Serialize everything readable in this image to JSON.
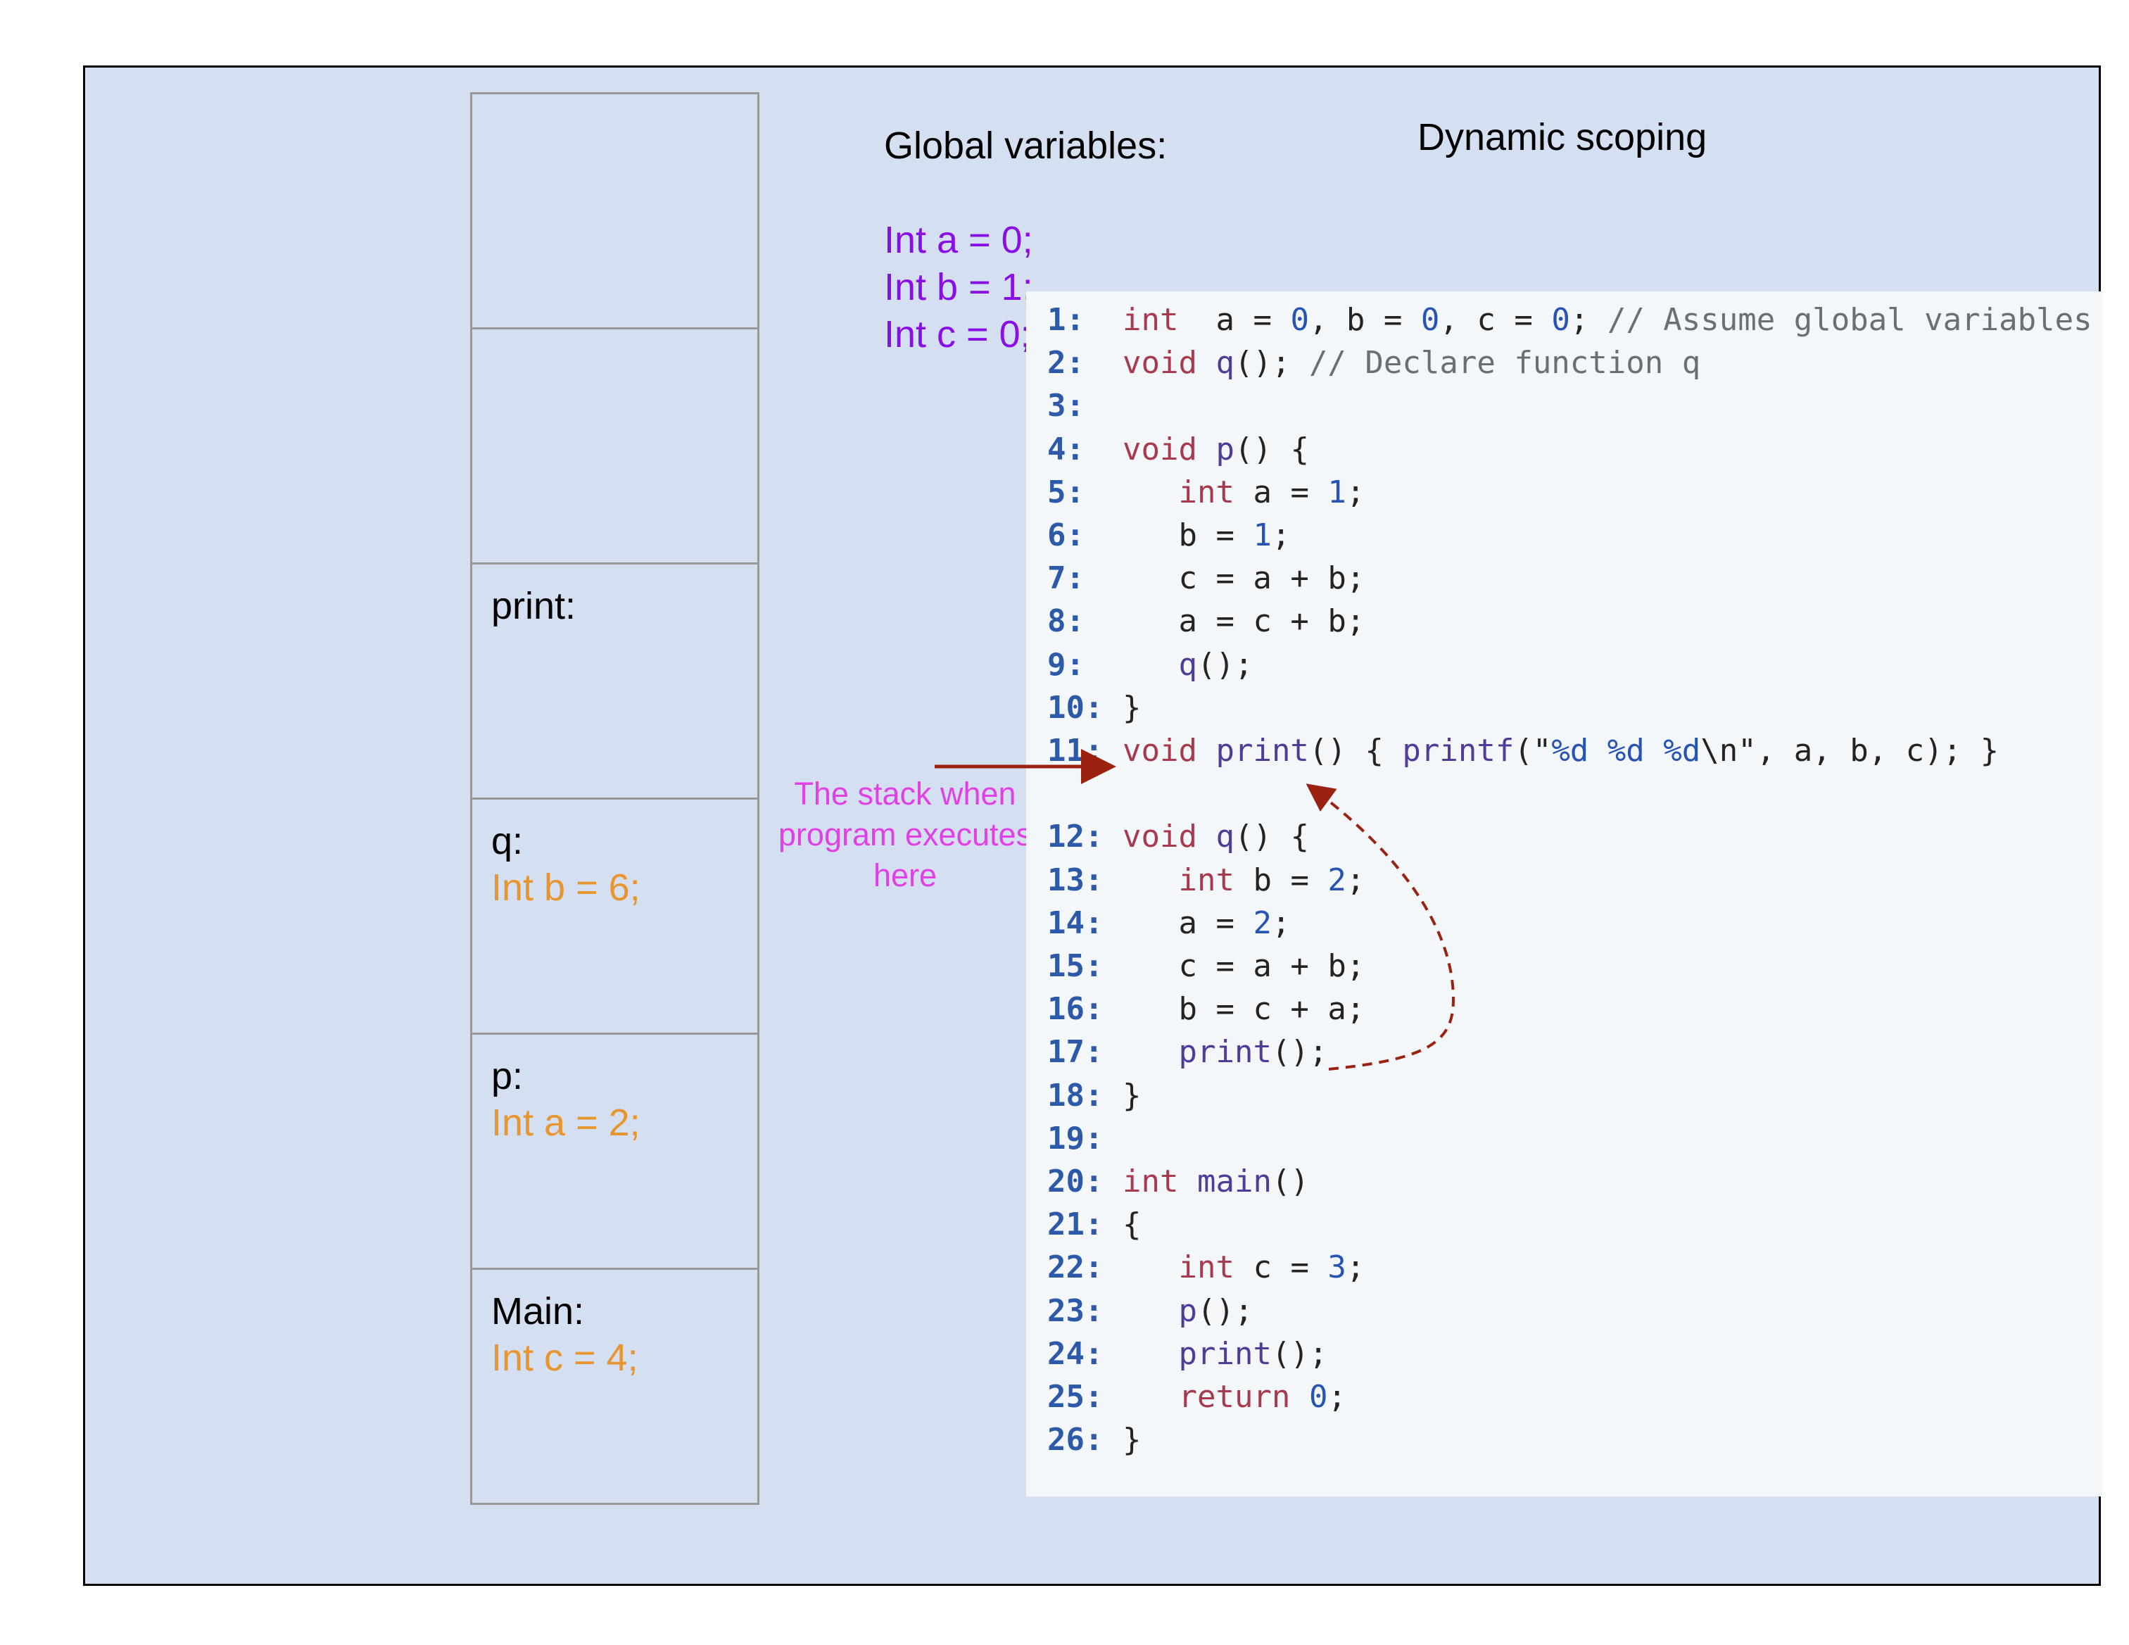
{
  "title": "Dynamic scoping",
  "globals": {
    "heading": "Global variables:",
    "vars": [
      "Int a = 0;",
      "Int b = 1;",
      "Int c = 0;"
    ]
  },
  "stack": [
    {
      "name": "",
      "var": ""
    },
    {
      "name": "",
      "var": ""
    },
    {
      "name": "print:",
      "var": ""
    },
    {
      "name": "q:",
      "var": "Int b = 6;"
    },
    {
      "name": "p:",
      "var": "Int a = 2;"
    },
    {
      "name": "Main:",
      "var": "Int c = 4;"
    }
  ],
  "annotation": "The stack when program executes here",
  "code": [
    {
      "n": "1:",
      "segs": [
        [
          "kw",
          "int"
        ],
        [
          "",
          "  a = "
        ],
        [
          "num",
          "0"
        ],
        [
          "",
          ", b = "
        ],
        [
          "num",
          "0"
        ],
        [
          "",
          ", c = "
        ],
        [
          "num",
          "0"
        ],
        [
          "",
          "; "
        ],
        [
          "cm",
          "// Assume global variables"
        ]
      ]
    },
    {
      "n": "2:",
      "segs": [
        [
          "kw",
          "void"
        ],
        [
          "",
          " "
        ],
        [
          "fn",
          "q"
        ],
        [
          "",
          "(); "
        ],
        [
          "cm",
          "// Declare function q"
        ]
      ]
    },
    {
      "n": "3:",
      "segs": []
    },
    {
      "n": "4:",
      "segs": [
        [
          "kw",
          "void"
        ],
        [
          "",
          " "
        ],
        [
          "fn",
          "p"
        ],
        [
          "",
          "() {"
        ]
      ]
    },
    {
      "n": "5:",
      "segs": [
        [
          "",
          "   "
        ],
        [
          "kw",
          "int"
        ],
        [
          "",
          " a = "
        ],
        [
          "num",
          "1"
        ],
        [
          "",
          ";"
        ]
      ]
    },
    {
      "n": "6:",
      "segs": [
        [
          "",
          "   b = "
        ],
        [
          "num",
          "1"
        ],
        [
          "",
          ";"
        ]
      ]
    },
    {
      "n": "7:",
      "segs": [
        [
          "",
          "   c = a + b;"
        ]
      ]
    },
    {
      "n": "8:",
      "segs": [
        [
          "",
          "   a = c + b;"
        ]
      ]
    },
    {
      "n": "9:",
      "segs": [
        [
          "",
          "   "
        ],
        [
          "fn",
          "q"
        ],
        [
          "",
          "();"
        ]
      ]
    },
    {
      "n": "10:",
      "segs": [
        [
          "",
          "}"
        ]
      ]
    },
    {
      "n": "11:",
      "segs": [
        [
          "kw",
          "void"
        ],
        [
          "",
          " "
        ],
        [
          "fn",
          "print"
        ],
        [
          "",
          "() { "
        ],
        [
          "fn",
          "printf"
        ],
        [
          "str",
          "(\""
        ],
        [
          "esc",
          "%d"
        ],
        [
          "str",
          " "
        ],
        [
          "esc",
          "%d"
        ],
        [
          "str",
          " "
        ],
        [
          "esc",
          "%d"
        ],
        [
          "str",
          "\\n\""
        ],
        [
          "",
          ", a, b, c); }"
        ]
      ]
    },
    {
      "n": "12:",
      "segs": [
        [
          "kw",
          "void"
        ],
        [
          "",
          " "
        ],
        [
          "fn",
          "q"
        ],
        [
          "",
          "() {"
        ]
      ]
    },
    {
      "n": "13:",
      "segs": [
        [
          "",
          "   "
        ],
        [
          "kw",
          "int"
        ],
        [
          "",
          " b = "
        ],
        [
          "num",
          "2"
        ],
        [
          "",
          ";"
        ]
      ]
    },
    {
      "n": "14:",
      "segs": [
        [
          "",
          "   a = "
        ],
        [
          "num",
          "2"
        ],
        [
          "",
          ";"
        ]
      ]
    },
    {
      "n": "15:",
      "segs": [
        [
          "",
          "   c = a + b;"
        ]
      ]
    },
    {
      "n": "16:",
      "segs": [
        [
          "",
          "   b = c + a;"
        ]
      ]
    },
    {
      "n": "17:",
      "segs": [
        [
          "",
          "   "
        ],
        [
          "fn",
          "print"
        ],
        [
          "",
          "();"
        ]
      ]
    },
    {
      "n": "18:",
      "segs": [
        [
          "",
          "}"
        ]
      ]
    },
    {
      "n": "19:",
      "segs": []
    },
    {
      "n": "20:",
      "segs": [
        [
          "kw",
          "int"
        ],
        [
          "",
          " "
        ],
        [
          "fn",
          "main"
        ],
        [
          "",
          "()"
        ]
      ]
    },
    {
      "n": "21:",
      "segs": [
        [
          "",
          "{"
        ]
      ]
    },
    {
      "n": "22:",
      "segs": [
        [
          "",
          "   "
        ],
        [
          "kw",
          "int"
        ],
        [
          "",
          " c = "
        ],
        [
          "num",
          "3"
        ],
        [
          "",
          ";"
        ]
      ]
    },
    {
      "n": "23:",
      "segs": [
        [
          "",
          "   "
        ],
        [
          "fn",
          "p"
        ],
        [
          "",
          "();"
        ]
      ]
    },
    {
      "n": "24:",
      "segs": [
        [
          "",
          "   "
        ],
        [
          "fn",
          "print"
        ],
        [
          "",
          "();"
        ]
      ]
    },
    {
      "n": "25:",
      "segs": [
        [
          "",
          "   "
        ],
        [
          "kw",
          "return"
        ],
        [
          "",
          " "
        ],
        [
          "num",
          "0"
        ],
        [
          "",
          ";"
        ]
      ]
    },
    {
      "n": "26:",
      "segs": [
        [
          "",
          "}"
        ]
      ]
    }
  ],
  "colors": {
    "background": "#d4e0f1",
    "code_panel": "#f4f7fa",
    "global_vars": "#8a0ee6",
    "frame_vars": "#e9952f",
    "annotation": "#e040e6",
    "arrow": "#9b2210"
  }
}
